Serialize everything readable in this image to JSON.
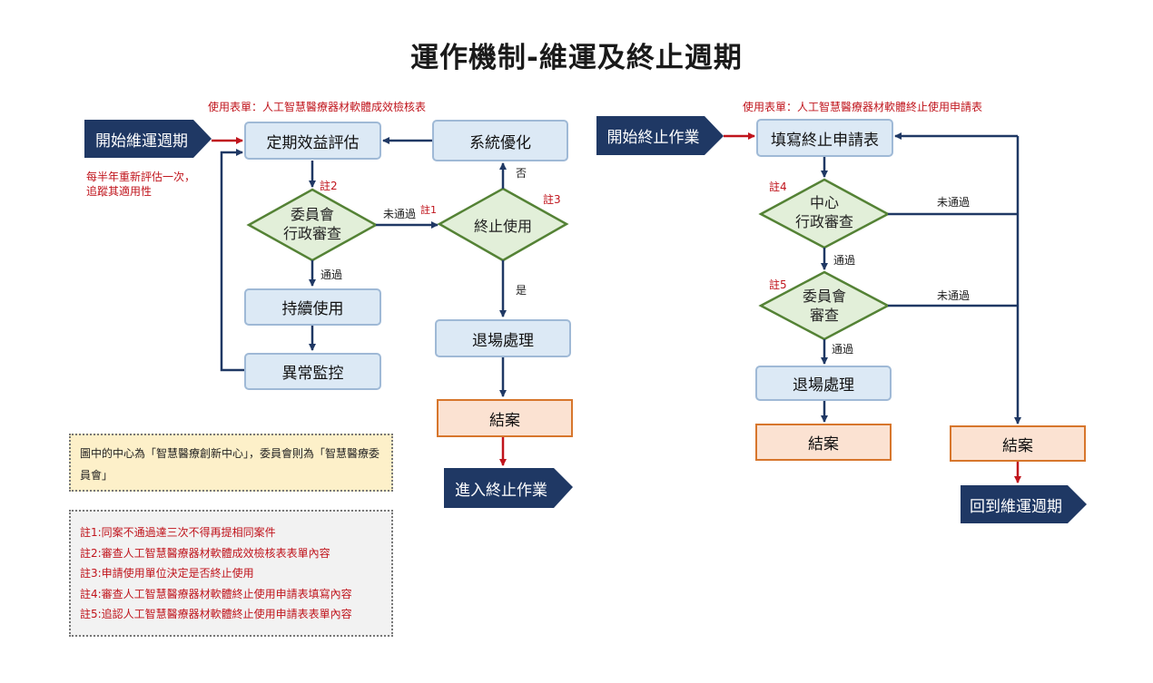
{
  "title": "運作機制-維運及終止週期",
  "left": {
    "form_note": "使用表單：人工智慧醫療器材軟體成效檢核表",
    "start": "開始維運週期",
    "start_note_1": "每半年重新評估一次，",
    "start_note_2": "追蹤其適用性",
    "eval": "定期效益評估",
    "optimize": "系統優化",
    "review_line1": "委員會",
    "review_line2": "行政審查",
    "terminate": "終止使用",
    "continue": "持續使用",
    "monitor": "異常監控",
    "exit": "退場處理",
    "close": "結案",
    "next": "進入終止作業",
    "note2": "註2",
    "note3": "註3",
    "fail_label": "未通過",
    "fail_note": "註1",
    "pass_label": "通過",
    "yes_label": "是",
    "no_label": "否"
  },
  "right": {
    "form_note": "使用表單：人工智慧醫療器材軟體終止使用申請表",
    "start": "開始終止作業",
    "fill": "填寫終止申請表",
    "admin_line1": "中心",
    "admin_line2": "行政審查",
    "committee_line1": "委員會",
    "committee_line2": "審查",
    "exit": "退場處理",
    "close_left": "結案",
    "close_right": "結案",
    "back": "回到維運週期",
    "note4": "註4",
    "note5": "註5",
    "fail_label_1": "未通過",
    "fail_label_2": "未通過",
    "pass_label_1": "通過",
    "pass_label_2": "通過"
  },
  "notes": {
    "yellow": "圖中的中心為「智慧醫療創新中心」，委員會則為「智慧醫療委員會」",
    "items": [
      "註1:同案不通過達三次不得再提相同案件",
      "註2:審查人工智慧醫療器材軟體成效檢核表表單內容",
      "註3:申請使用單位決定是否終止使用",
      "註4:審查人工智慧醫療器材軟體終止使用申請表填寫內容",
      "註5:追認人工智慧醫療器材軟體終止使用申請表表單內容"
    ]
  },
  "colors": {
    "navy": "#1f3864",
    "arrow_navy": "#1f3864",
    "arrow_red": "#c0141c",
    "diamond_fill": "#e2efd9",
    "diamond_stroke": "#548235",
    "process_fill": "#dce9f5",
    "end_fill": "#fbe2d2",
    "end_stroke": "#d7762c"
  }
}
